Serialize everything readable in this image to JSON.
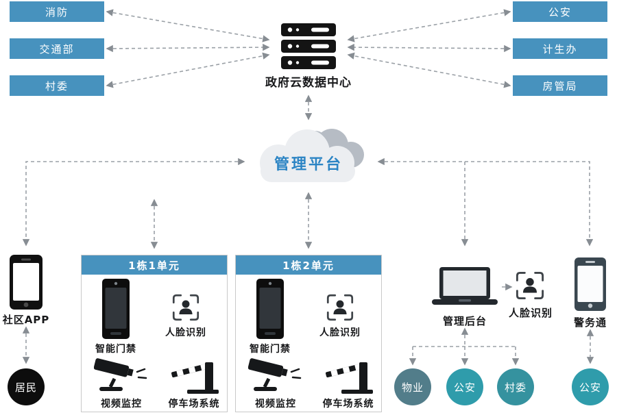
{
  "gov_agencies": {
    "left": [
      "消防",
      "交通部",
      "村委"
    ],
    "right": [
      "公安",
      "计生办",
      "房管局"
    ]
  },
  "datacenter": {
    "label": "政府云数据中心"
  },
  "platform": {
    "label": "管理平台"
  },
  "community": {
    "app_label": "社区APP",
    "resident_label": "居民"
  },
  "units": [
    {
      "title": "1栋1单元",
      "access_label": "智能门禁",
      "face_label": "人脸识别",
      "cctv_label": "视频监控",
      "parking_label": "停车场系统"
    },
    {
      "title": "1栋2单元",
      "access_label": "智能门禁",
      "face_label": "人脸识别",
      "cctv_label": "视频监控",
      "parking_label": "停车场系统"
    }
  ],
  "management": {
    "backend_label": "管理后台",
    "face_label": "人脸识别",
    "police_terminal_label": "警务通",
    "org_circles": [
      "物业",
      "公安",
      "村委"
    ],
    "police_circle_label": "公安"
  },
  "icons": {
    "datacenter": "server-stack-icon",
    "platform": "cloud-icon",
    "community_app": "smartphone-icon",
    "access": "door-access-device-icon",
    "face": "face-recognition-icon",
    "cctv": "cctv-camera-icon",
    "parking": "barrier-gate-icon",
    "backend": "laptop-icon",
    "police_terminal": "smartphone-icon"
  },
  "colors": {
    "box_blue": "#4792BE",
    "cloud_text_blue": "#2B84C4",
    "circle_teal": "#2F9CAB",
    "circle_teal_dark": "#527D8A",
    "circle_black": "#0D0D0D",
    "connector_gray": "#9AA0A6"
  }
}
